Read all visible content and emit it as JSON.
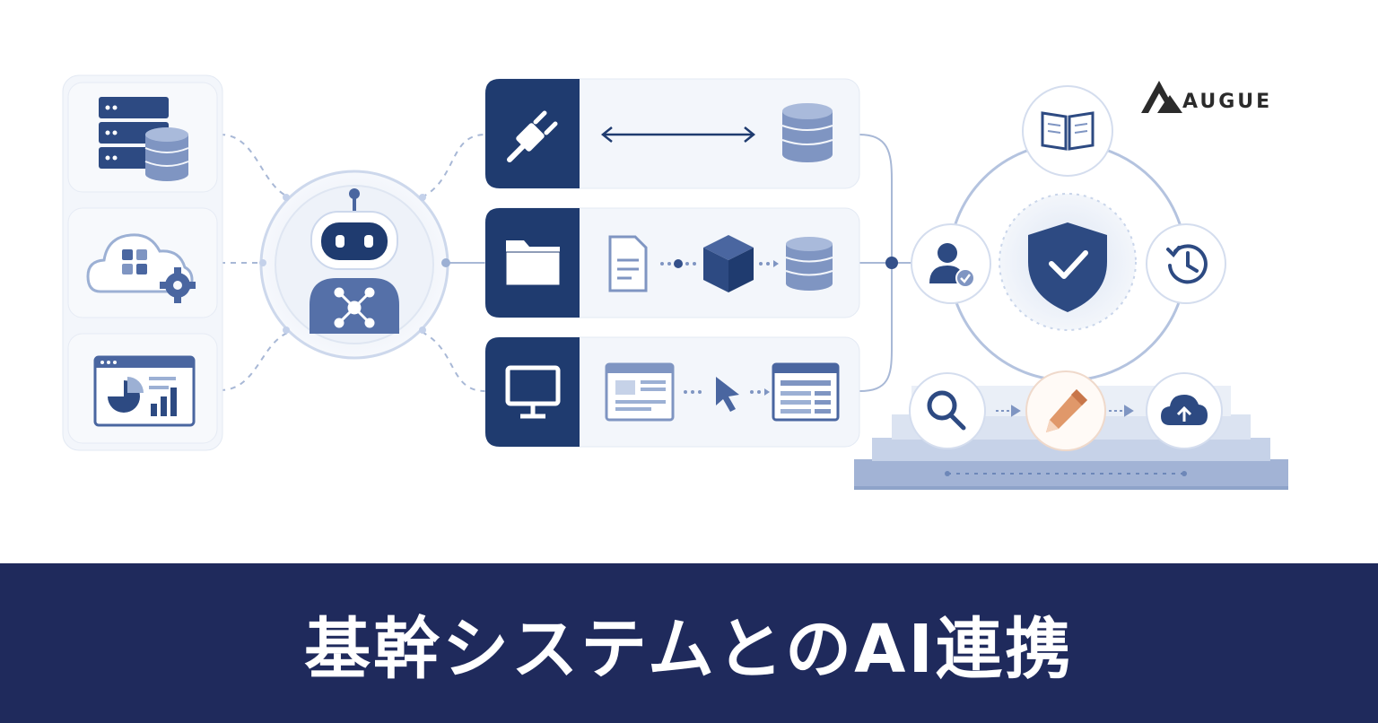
{
  "brand": {
    "name": "AUGUE",
    "logo_icon": "augue-mountain-logo"
  },
  "banner": {
    "title": "基幹システムとのAI連携"
  },
  "colors": {
    "navy": "#1f3b6f",
    "accent": "#6d87b8",
    "light": "#eef2f9",
    "banner": "#1f2a5c",
    "pencil": "#e0986a"
  },
  "diagram": {
    "systems": [
      "server-database-icon",
      "cloud-apps-gear-icon",
      "dashboard-chart-icon"
    ],
    "hub": "ai-robot-hub-icon",
    "connections": [
      {
        "icon": "plug-icon",
        "flow": [
          "bidirectional-arrow-icon",
          "database-icon"
        ]
      },
      {
        "icon": "folder-icon",
        "flow": [
          "document-icon",
          "cube-icon",
          "database-icon"
        ]
      },
      {
        "icon": "monitor-icon",
        "flow": [
          "browser-window-icon",
          "cursor-icon",
          "form-window-icon"
        ]
      }
    ],
    "governance": [
      "book-icon",
      "user-check-icon",
      "shield-check-icon",
      "history-icon"
    ],
    "workflow": [
      "search-icon",
      "pencil-icon",
      "cloud-upload-icon"
    ]
  }
}
